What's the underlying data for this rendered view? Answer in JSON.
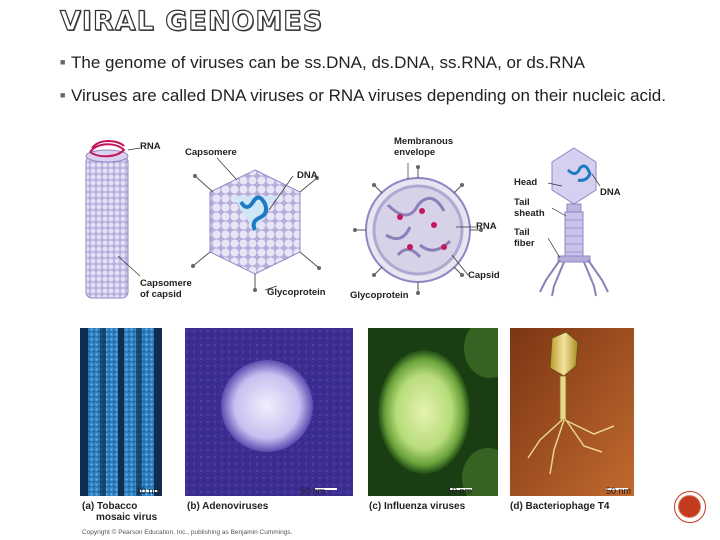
{
  "title": "VIRAL GENOMES",
  "bullets": [
    "The genome of viruses can be ss.DNA, ds.DNA, ss.RNA, or ds.RNA",
    "Viruses are called DNA viruses or RNA viruses depending on their nucleic acid."
  ],
  "diagrams": {
    "tmv": {
      "rna": "RNA",
      "capsomere_of_capsid_1": "Capsomere",
      "capsomere_of_capsid_2": "of capsid"
    },
    "adeno": {
      "capsomere": "Capsomere",
      "dna": "DNA",
      "glycoprotein": "Glycoprotein"
    },
    "influenza": {
      "envelope_1": "Membranous",
      "envelope_2": "envelope",
      "rna": "RNA",
      "capsid": "Capsid",
      "glycoprotein": "Glycoprotein"
    },
    "phage": {
      "head": "Head",
      "dna": "DNA",
      "tail_sheath_1": "Tail",
      "tail_sheath_2": "sheath",
      "tail_fiber_1": "Tail",
      "tail_fiber_2": "fiber"
    }
  },
  "micrographs": [
    {
      "caption": "(a) Tobacco",
      "caption2": "mosaic virus",
      "scale": "10 nm"
    },
    {
      "caption": "(b) Adenoviruses",
      "caption2": "",
      "scale": "50 nm"
    },
    {
      "caption": "(c) Influenza viruses",
      "caption2": "",
      "scale": "50 nm"
    },
    {
      "caption": "(d) Bacteriophage T4",
      "caption2": "",
      "scale": "50 nm"
    }
  ],
  "copyright": "Copyright © Pearson Education, Inc., publishing as Benjamin Cummings.",
  "colors": {
    "accent": "#c23b1e",
    "capsid_purple": "#c9c3e6",
    "dna_blue": "#1d7bc4"
  }
}
